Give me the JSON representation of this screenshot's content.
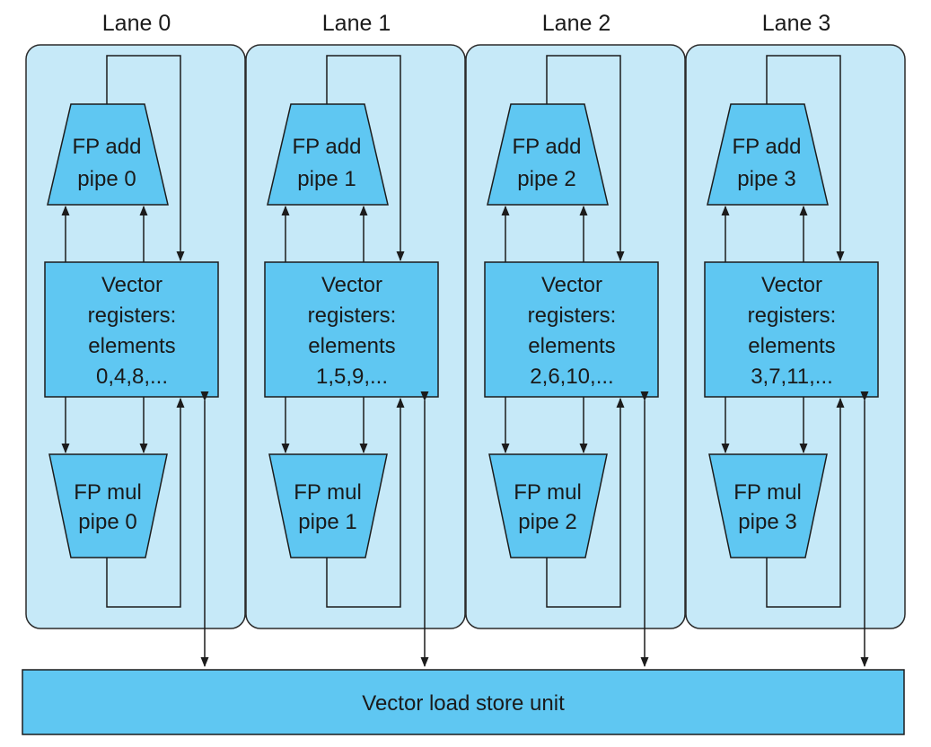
{
  "lanes": [
    {
      "title": "Lane 0",
      "add_pipe": [
        "FP add",
        "pipe 0"
      ],
      "registers": [
        "Vector",
        "registers:",
        "elements",
        "0,4,8,..."
      ],
      "mul_pipe": [
        "FP mul",
        "pipe 0"
      ]
    },
    {
      "title": "Lane 1",
      "add_pipe": [
        "FP add",
        "pipe 1"
      ],
      "registers": [
        "Vector",
        "registers:",
        "elements",
        "1,5,9,..."
      ],
      "mul_pipe": [
        "FP mul",
        "pipe 1"
      ]
    },
    {
      "title": "Lane 2",
      "add_pipe": [
        "FP add",
        "pipe 2"
      ],
      "registers": [
        "Vector",
        "registers:",
        "elements",
        "2,6,10,..."
      ],
      "mul_pipe": [
        "FP mul",
        "pipe 2"
      ]
    },
    {
      "title": "Lane 3",
      "add_pipe": [
        "FP add",
        "pipe 3"
      ],
      "registers": [
        "Vector",
        "registers:",
        "elements",
        "3,7,11,..."
      ],
      "mul_pipe": [
        "FP mul",
        "pipe 3"
      ]
    }
  ],
  "load_store_unit": "Vector load store unit",
  "colors": {
    "lane_background": "#c6e9f8",
    "unit_fill": "#5fc7f2",
    "stroke": "#1c1c1c"
  }
}
